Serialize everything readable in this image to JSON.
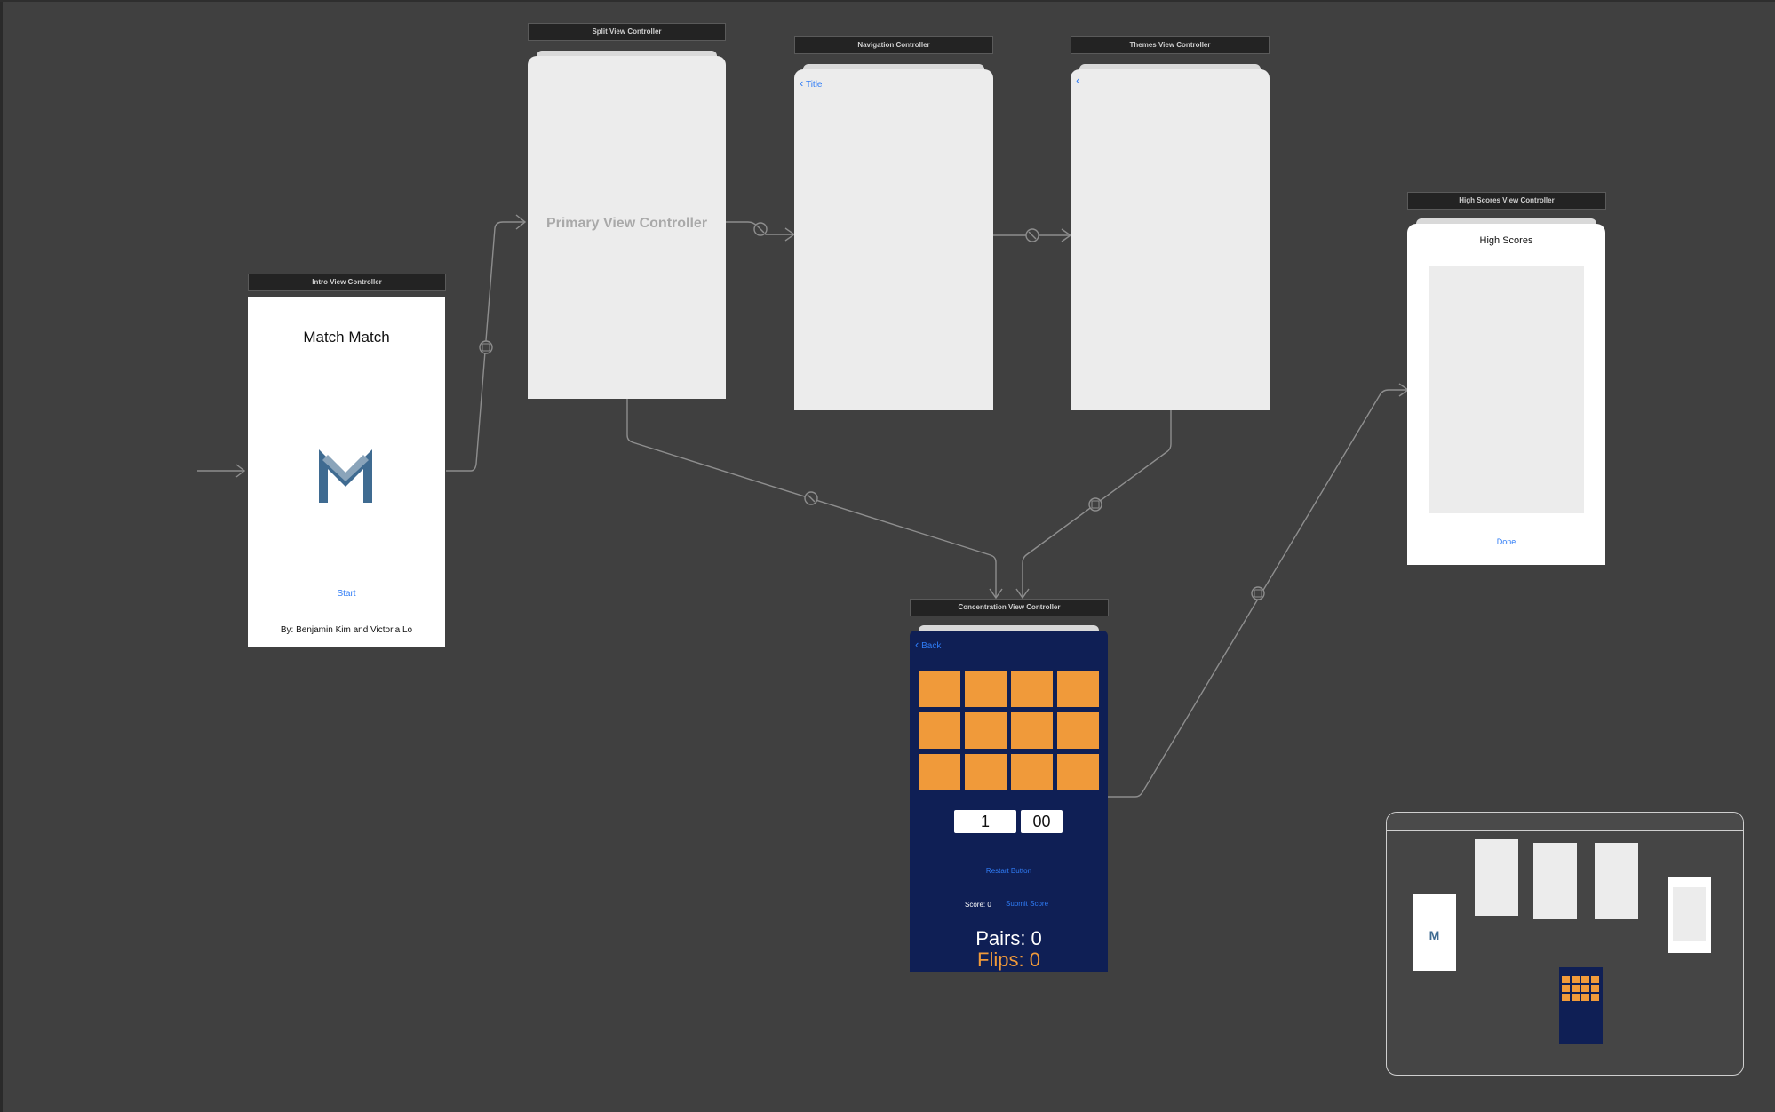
{
  "scenes": {
    "intro": {
      "title": "Intro View Controller",
      "app_title": "Match Match",
      "logo_letter": "M",
      "start_label": "Start",
      "credits": "By: Benjamin Kim and Victoria Lo"
    },
    "split": {
      "title": "Split View Controller",
      "placeholder": "Primary View Controller"
    },
    "navigation": {
      "title": "Navigation Controller",
      "back_label": "Title"
    },
    "themes": {
      "title": "Themes View Controller"
    },
    "high_scores": {
      "title": "High Scores View Controller",
      "heading": "High Scores",
      "done_label": "Done"
    },
    "concentration": {
      "title": "Concentration View Controller",
      "back_label": "Back",
      "minutes_value": "1",
      "seconds_value": "00",
      "restart_label": "Restart Button",
      "score_label": "Score: 0",
      "submit_label": "Submit Score",
      "pairs_label": "Pairs: 0",
      "flips_label": "Flips: 0",
      "card_count": 12
    }
  },
  "colors": {
    "canvas": "#404040",
    "accent_blue": "#2f7cf6",
    "card_orange": "#f09a3a",
    "concentration_bg": "#0f1f55"
  },
  "minimap_logo_letter": "M"
}
